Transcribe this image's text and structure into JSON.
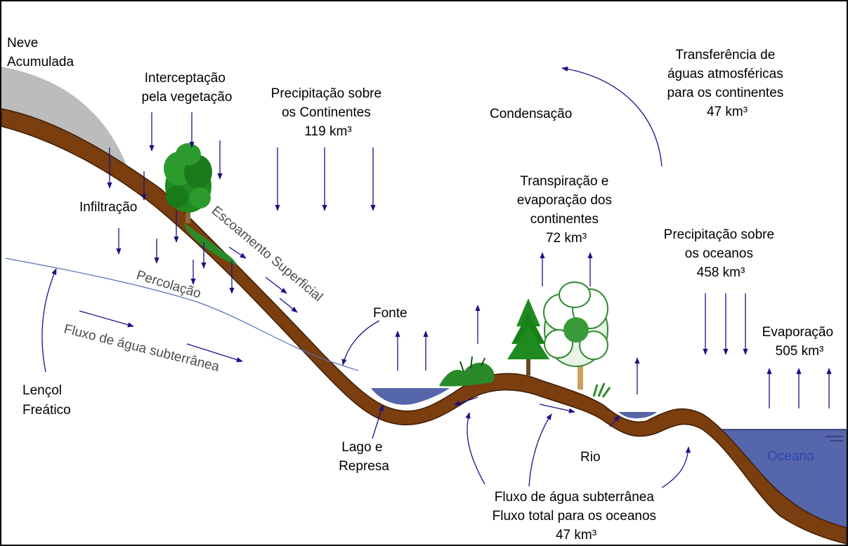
{
  "diagram": {
    "labels": {
      "neve": [
        "Neve",
        "Acumulada"
      ],
      "interceptacao": [
        "Interceptação",
        "pela vegetação"
      ],
      "precip_continentes": [
        "Precipitação sobre",
        "os Continentes",
        "119 km³"
      ],
      "condensacao": "Condensação",
      "transferencia": [
        "Transferência de",
        "águas atmosféricas",
        "para os continentes",
        "47 km³"
      ],
      "transpiracao": [
        "Transpiração e",
        "evaporação dos",
        "continentes",
        "72 km³"
      ],
      "precip_oceanos": [
        "Precipitação sobre",
        "os oceanos",
        "458 km³"
      ],
      "infiltracao": "Infiltração",
      "escoamento": "Escoamento Superficial",
      "percolacao": "Percolação",
      "fluxo_subterraneo_slanted": "Fluxo de água subterrânea",
      "fonte": "Fonte",
      "evaporacao": [
        "Evaporação",
        "505 km³"
      ],
      "lencol": [
        "Lençol",
        "Freático"
      ],
      "lago": [
        "Lago e",
        "Represa"
      ],
      "rio": "Rio",
      "oceano": "Oceano",
      "fluxo_total": [
        "Fluxo de água subterrânea",
        "Fluxo total para os oceanos",
        "47 km³"
      ]
    },
    "colors": {
      "ground": "#7a3e0f",
      "ground_outline": "#3f1d04",
      "snow": "#bcbcbc",
      "water": "#5566aa",
      "arrow": "#1d0f87",
      "water_table_line": "#5a6fb8",
      "tree_green": "#1f8a1f",
      "tree_dark": "#0b5a0b",
      "frame": "#000000"
    }
  }
}
